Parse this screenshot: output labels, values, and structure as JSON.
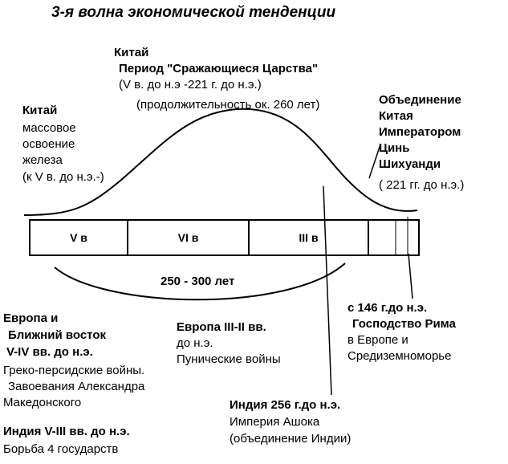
{
  "title": "3-я волна экономической тенденции",
  "china_period": {
    "line1": "Китай",
    "line2": "Период \"Сражающиеся Царства\"",
    "line3": "(V в. до н.э -221 г. до н.э.)",
    "line4": "(продолжительность ок. 260 лет)"
  },
  "china_iron": {
    "line1": "Китай",
    "line2": "массовое",
    "line3": "освоение",
    "line4": "железа",
    "line5": "(к V в. до н.э.-)"
  },
  "unification": {
    "line1": "Объединение",
    "line2": "Китая",
    "line3": "Императором",
    "line4": "Цинь",
    "line5": "Шихуанди",
    "line6": "( 221 гг. до н.э.)"
  },
  "timeline": {
    "cells": [
      "V в",
      "VI в",
      "III в",
      ""
    ]
  },
  "duration": "250 - 300 лет",
  "europe_near_east": {
    "line1": "Европа и",
    "line2": "Ближний восток",
    "line3": "V-IV вв. до н.э.",
    "line4": "Греко-персидские войны.",
    "line5": "Завоевания Александра",
    "line6": "Македонского"
  },
  "europe_punic": {
    "line1": "Европа III-II вв.",
    "line2": "до н.э.",
    "line3": "Пунические войны"
  },
  "rome": {
    "line1": "с 146 г.до н.э.",
    "line2": "Господство Рима",
    "line3": "в Европе и",
    "line4": "Средиземноморье"
  },
  "india_ashoka": {
    "line1": "Индия 256 г.до н.э.",
    "line2": "Империя Ашока",
    "line3": "(объединение Индии)"
  },
  "india_four_states": {
    "line1": "Индия V-III вв. до н.э.",
    "line2": "Борьба 4 государств"
  }
}
